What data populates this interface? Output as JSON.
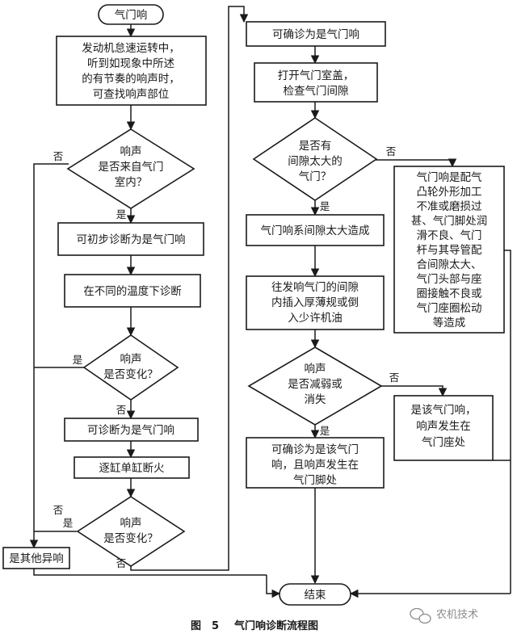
{
  "nodes": {
    "start": "气门响",
    "n1": [
      "发动机怠速运转中，",
      "听到如现象中所述",
      "的有节奏的响声时，",
      "可查找响声部位"
    ],
    "d1": [
      "响声",
      "是否来自气门",
      "室内？"
    ],
    "n2": "可初步诊断为是气门响",
    "n3": "在不同的温度下诊断",
    "d2": [
      "响声",
      "是否变化？"
    ],
    "n4": "可诊断为是气门响",
    "n5": "逐缸单缸断火",
    "d3": [
      "响声",
      "是否变化？"
    ],
    "other": "是其他异响",
    "r1": "可确诊为是气门响",
    "r2": [
      "打开气门室盖，",
      "检查气门间隙"
    ],
    "d4": [
      "是否有",
      "间隙太大的",
      "气门？"
    ],
    "r3": "气门响系间隙太大造成",
    "r4": [
      "往发响气门的间隙",
      "内插入厚薄规或倒",
      "入少许机油"
    ],
    "d5": [
      "响声",
      "是否减弱或",
      "消失"
    ],
    "r5": [
      "可确诊为是该气门",
      "响，且响声发生在",
      "气门脚处"
    ],
    "s1": [
      "气门响是配气",
      "凸轮外形加工",
      "不准或磨损过",
      "甚、气门脚处润",
      "滑不良、气门",
      "杆与其导管配",
      "合间隙太大、",
      "气门头部与座",
      "圈接触不良或",
      "气门座圈松动",
      "等造成"
    ],
    "s2": [
      "是该气门响，",
      "响声发生在",
      "气门座处"
    ],
    "end": "结束"
  },
  "labels": {
    "yes": "是",
    "no": "否"
  },
  "caption": {
    "figure": "图　5",
    "title": "气门响诊断流程图"
  },
  "watermark": "农机技术",
  "colors": {
    "ink": "#1a1a1a",
    "paper": "#ffffff",
    "watermark": "#8a8a8a"
  }
}
